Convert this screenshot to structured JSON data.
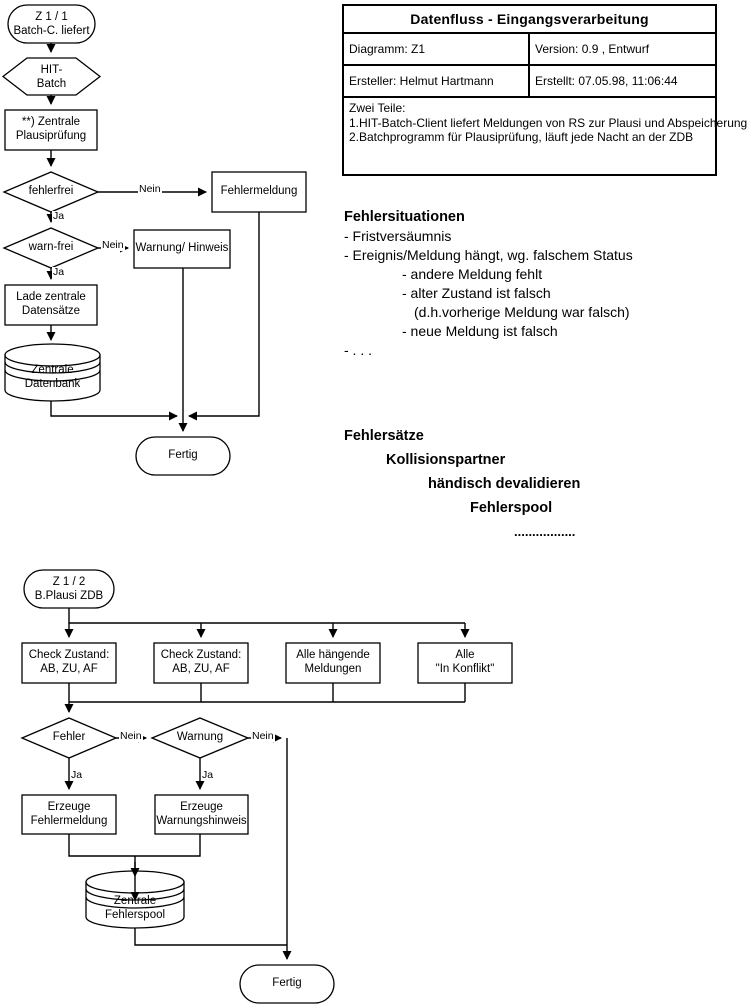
{
  "info_table": {
    "title": "Datenfluss - Eingangsverarbeitung",
    "row1": {
      "left": "Diagramm: Z1",
      "right": "Version: 0.9 , Entwurf"
    },
    "row2": {
      "left": "Ersteller: Helmut Hartmann",
      "right": "Erstellt:  07.05.98, 11:06:44"
    },
    "notes": [
      "Zwei Teile:",
      "1.HIT-Batch-Client liefert Meldungen von RS zur Plausi und Abspeicherung",
      "2.Batchprogramm für Plausiprüfung, läuft jede Nacht an der ZDB"
    ]
  },
  "error_situations": {
    "heading": "Fehlersituationen",
    "lines": [
      "- Fristversäumnis",
      "- Ereignis/Meldung hängt, wg. falschem Status",
      "- andere Meldung fehlt",
      "- alter Zustand ist falsch",
      "(d.h.vorherige Meldung war falsch)",
      "- neue Meldung ist falsch",
      "- . . ."
    ]
  },
  "cascade": {
    "lines": [
      "Fehlersätze",
      "Kollisionspartner",
      "händisch devalidieren",
      "Fehlerspool",
      "................."
    ]
  },
  "flow_top": {
    "start": {
      "line1": "Z 1 / 1",
      "line2": "Batch-C. liefert"
    },
    "hexagon": {
      "line1": "HIT-",
      "line2": "Batch"
    },
    "process_plausi": {
      "line1": "**) Zentrale",
      "line2": "Plausiprüfung"
    },
    "decision_fehlerfrei": "fehlerfrei",
    "decision_warnfrei": "warn-frei",
    "box_fehlermeldung": "Fehlermeldung",
    "box_warnung": "Warnung/ Hinweis",
    "box_lade": {
      "line1": "Lade zentrale",
      "line2": "Datensätze"
    },
    "db": {
      "line1": "Zentrale",
      "line2": "Datenbank"
    },
    "end": "Fertig",
    "labels": {
      "nein1": "Nein",
      "ja1": "Ja",
      "nein2": "Nein",
      "ja2": "Ja"
    }
  },
  "flow_bottom": {
    "start": {
      "line1": "Z 1 / 2",
      "line2": "B.Plausi ZDB"
    },
    "boxes": [
      {
        "line1": "Check Zustand:",
        "line2": "AB, ZU, AF"
      },
      {
        "line1": "Check Zustand:",
        "line2": "AB, ZU, AF"
      },
      {
        "line1": "Alle hängende",
        "line2": "Meldungen"
      },
      {
        "line1": "Alle",
        "line2": "\"In Konflikt\""
      }
    ],
    "decision_fehler": "Fehler",
    "decision_warnung": "Warnung",
    "box_erzeuge_fehler": {
      "line1": "Erzeuge",
      "line2": "Fehlermeldung"
    },
    "box_erzeuge_warnung": {
      "line1": "Erzeuge",
      "line2": "Warnungshinweis"
    },
    "db": {
      "line1": "Zentrale",
      "line2": "Fehlerspool"
    },
    "end": "Fertig",
    "labels": {
      "nein1": "Nein",
      "ja1": "Ja",
      "nein2": "Nein",
      "ja2": "Ja"
    }
  },
  "colors": {
    "stroke": "#000000",
    "fill": "#ffffff"
  }
}
